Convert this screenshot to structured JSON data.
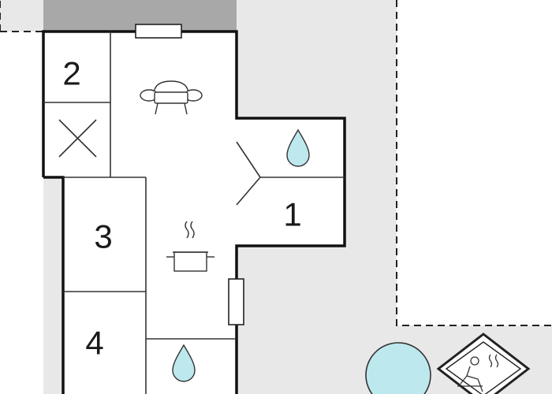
{
  "rooms": [
    {
      "id": "room-2",
      "label": "2"
    },
    {
      "id": "room-3",
      "label": "3"
    },
    {
      "id": "room-4",
      "label": "4"
    },
    {
      "id": "room-1",
      "label": "1"
    }
  ],
  "icons": {
    "living": "sofa-icon",
    "kitchen": "cooking-pot-icon",
    "bath": "water-drop-icon",
    "storage": "cross-mark-icon",
    "pool": "pool-icon",
    "sauna": "sauna-icon"
  },
  "colors": {
    "outside_area": "#e8e8e8",
    "terrace": "#a8a8a8",
    "walls": "#111111",
    "water": "#bde8ee",
    "pool": "#bde8ee"
  }
}
